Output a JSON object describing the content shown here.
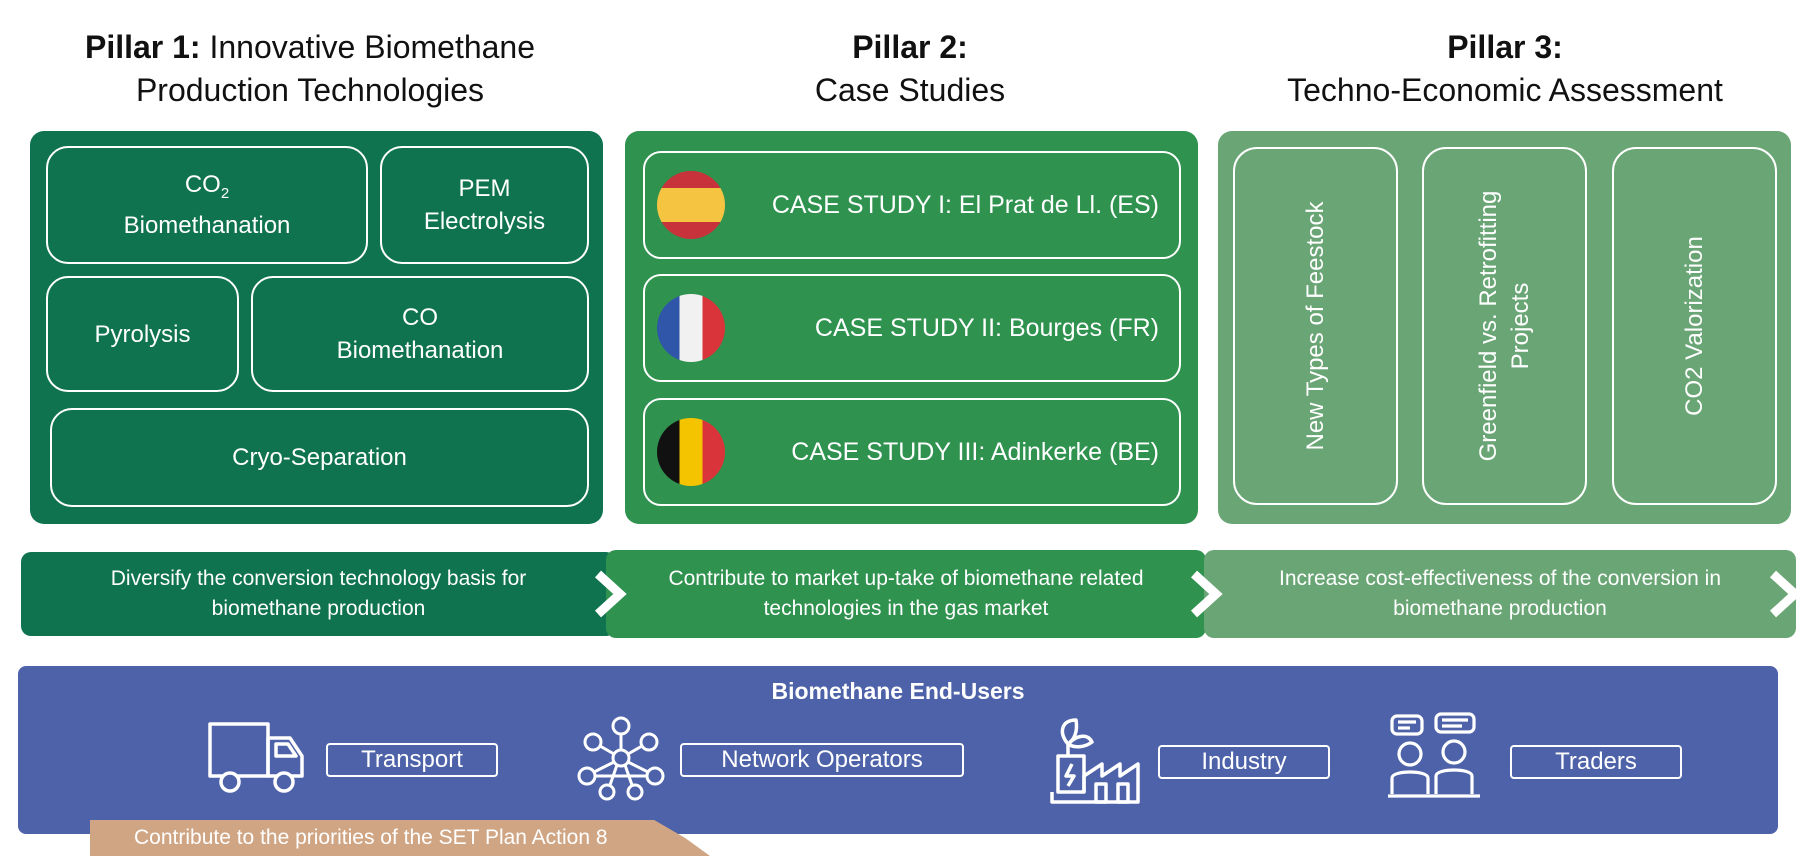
{
  "pillars": [
    {
      "bold": "Pillar 1:",
      "title_rest": " Innovative Biomethane",
      "title_line2": "Production Technologies"
    },
    {
      "bold": "Pillar 2:",
      "title_rest": "",
      "title_line2": "Case Studies"
    },
    {
      "bold": "Pillar 3:",
      "title_rest": "",
      "title_line2": "Techno-Economic Assessment"
    }
  ],
  "pillar1": {
    "co2_line1": "CO",
    "co2_sub": "2",
    "co2_line2": "Biomethanation",
    "pem_line1": "PEM",
    "pem_line2": "Electrolysis",
    "pyrolysis": "Pyrolysis",
    "co_line1": "CO",
    "co_line2": "Biomethanation",
    "cryo": "Cryo-Separation"
  },
  "pillar2": {
    "cases": [
      {
        "label": "CASE STUDY I: El Prat de Ll. (ES)",
        "flag": "spain-flag-icon"
      },
      {
        "label": "CASE STUDY II: Bourges (FR)",
        "flag": "france-flag-icon"
      },
      {
        "label": "CASE STUDY III: Adinkerke (BE)",
        "flag": "belgium-flag-icon"
      }
    ]
  },
  "pillar3": {
    "items": [
      {
        "line1": "New Types of Feestock",
        "line2": ""
      },
      {
        "line1": "Greenfield vs. Retrofitting",
        "line2": "Projects"
      },
      {
        "line1": "CO2 Valorization",
        "line2": ""
      }
    ]
  },
  "goals": [
    {
      "line1": "Diversify the conversion technology basis for",
      "line2": "biomethane production"
    },
    {
      "line1": "Contribute to market up-take of biomethane related",
      "line2": "technologies in the gas market"
    },
    {
      "line1": "Increase cost-effectiveness of the conversion in",
      "line2": "biomethane production"
    }
  ],
  "end_users": {
    "title": "Biomethane End-Users",
    "items": [
      {
        "label": "Transport",
        "icon": "truck-icon"
      },
      {
        "label": "Network Operators",
        "icon": "network-icon"
      },
      {
        "label": "Industry",
        "icon": "factory-icon"
      },
      {
        "label": "Traders",
        "icon": "traders-icon"
      }
    ]
  },
  "footer": {
    "set_plan": "Contribute to the priorities of the SET Plan Action 8"
  },
  "colors": {
    "pillar1": "#0f7350",
    "pillar2": "#2f924f",
    "pillar3": "#6aa675",
    "end_users": "#4d62a8",
    "set_plan": "#d0a584"
  }
}
